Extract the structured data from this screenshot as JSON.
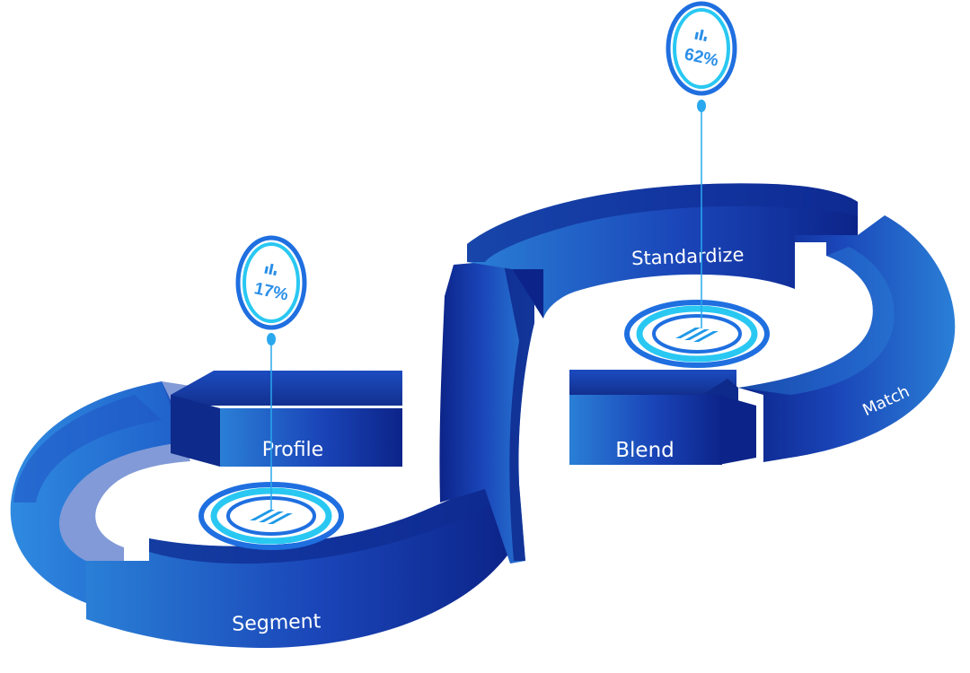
{
  "stages": {
    "profile": "Profile",
    "segment": "Segment",
    "standardize": "Standardize",
    "match": "Match",
    "blend": "Blend"
  },
  "markers": [
    {
      "value": "17%",
      "icon": "bar-chart-icon"
    },
    {
      "value": "62%",
      "icon": "bar-chart-icon"
    }
  ],
  "hubs": [
    {
      "icon": "stacked-lines-icon"
    },
    {
      "icon": "stacked-lines-icon"
    }
  ],
  "colors": {
    "ribbon_dark": "#0c2489",
    "ribbon_mid": "#1a45b8",
    "ribbon_light": "#2a7fd6",
    "accent_cyan": "#29c8f2",
    "accent_blue": "#1f6fe0",
    "text_white": "#ffffff"
  }
}
